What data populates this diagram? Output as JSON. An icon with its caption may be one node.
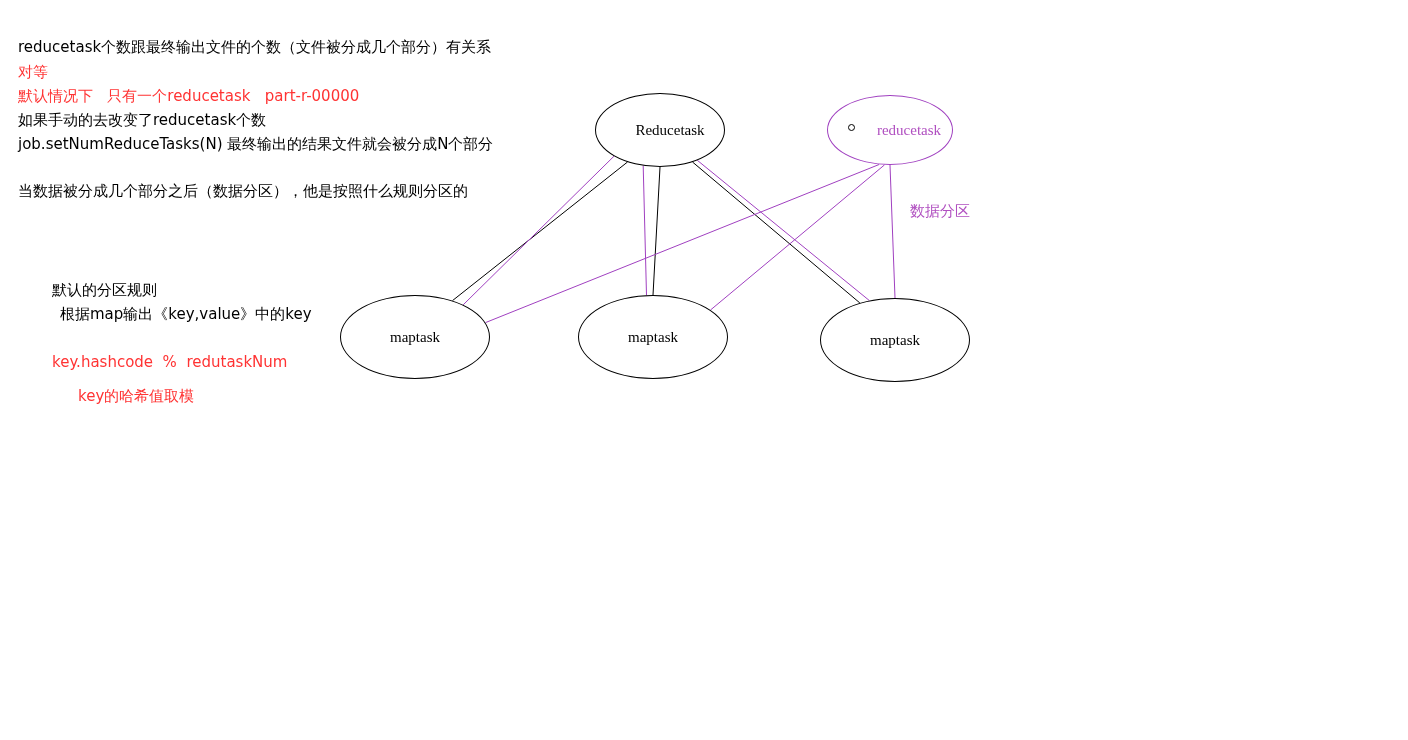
{
  "diagram": {
    "nodes": [
      {
        "text": [
          "Reducetask"
        ]
      },
      {
        "text": [
          "reducetask"
        ]
      },
      {
        "text": [
          "maptask"
        ]
      },
      {
        "text": [
          "maptask"
        ]
      },
      {
        "text": [
          "maptask"
        ]
      }
    ],
    "edges": [
      {
        "from": 0,
        "to": 2,
        "arrow": "none",
        "color": "#000000"
      },
      {
        "from": 0,
        "to": 2,
        "arrow": "none"
      },
      {
        "from": 0,
        "to": 3,
        "arrow": "none",
        "color": "#000000"
      },
      {
        "from": 0,
        "to": 3,
        "arrow": "none"
      },
      {
        "from": 0,
        "to": 4,
        "arrow": "none",
        "color": "#000000"
      },
      {
        "from": 0,
        "to": 4,
        "arrow": "none"
      },
      {
        "from": 1,
        "to": 2,
        "arrow": "none"
      },
      {
        "from": 1,
        "to": 3,
        "arrow": "none"
      },
      {
        "from": 1,
        "to": 4,
        "arrow": "none"
      }
    ],
    "labels": [
      "reducetask个数跟最终输出文件的个数（文件被分成几个部分）有关系",
      "对等",
      "默认情况下   只有一个reducetask   part-r-00000",
      "如果手动的去改变了reducetask个数",
      "job.setNumReduceTasks(N) 最终输出的结果文件就会被分成N个部分",
      "当数据被分成几个部分之后（数据分区），他是按照什么规则分区的",
      "数据分区",
      "默认的分区规则",
      "根据map输出《key,value》中的key",
      "key.hashcode  %  redutaskNum",
      "key的哈希值取模"
    ]
  }
}
